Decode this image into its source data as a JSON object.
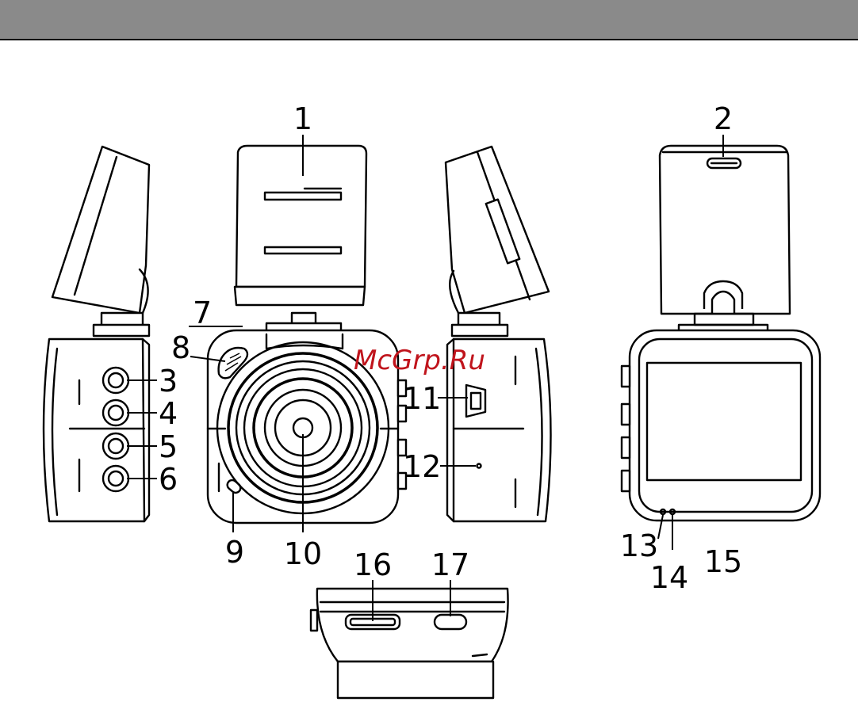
{
  "watermark": {
    "text": "McGrp.Ru",
    "color": "#c0141c"
  },
  "header_bar": {
    "color": "#8a8a8a"
  },
  "callouts": [
    "1",
    "2",
    "3",
    "4",
    "5",
    "6",
    "7",
    "8",
    "9",
    "10",
    "11",
    "12",
    "13",
    "14",
    "15",
    "16",
    "17"
  ]
}
